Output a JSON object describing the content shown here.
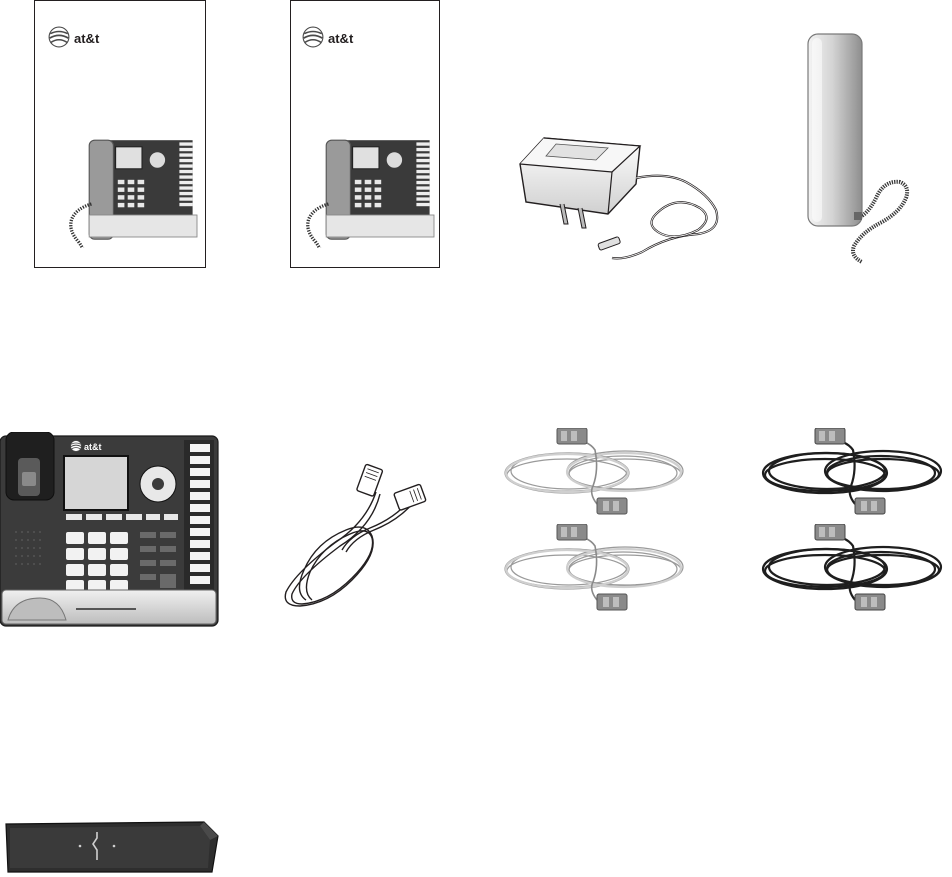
{
  "brand": {
    "name": "at&t"
  },
  "colors": {
    "ink": "#231f20",
    "dark_gray": "#3a3a3a",
    "mid_gray": "#8a8a8a",
    "light_gray": "#d9d9d9",
    "cord_gray": "#bdbdbd",
    "screen": "#d6d6d6"
  },
  "contents": [
    {
      "id": "user-manual",
      "icon": "booklet-icon"
    },
    {
      "id": "quick-start-guide",
      "icon": "booklet-icon"
    },
    {
      "id": "power-adapter",
      "icon": "power-adapter-icon"
    },
    {
      "id": "corded-handset",
      "icon": "handset-icon"
    },
    {
      "id": "telephone-base",
      "icon": "desk-phone-icon"
    },
    {
      "id": "coiled-handset-cord",
      "icon": "coiled-cord-icon"
    },
    {
      "id": "gray-line-cords",
      "icon": "line-cord-icon"
    },
    {
      "id": "black-line-cords",
      "icon": "line-cord-icon"
    },
    {
      "id": "wall-mount-bracket",
      "icon": "bracket-icon"
    }
  ]
}
